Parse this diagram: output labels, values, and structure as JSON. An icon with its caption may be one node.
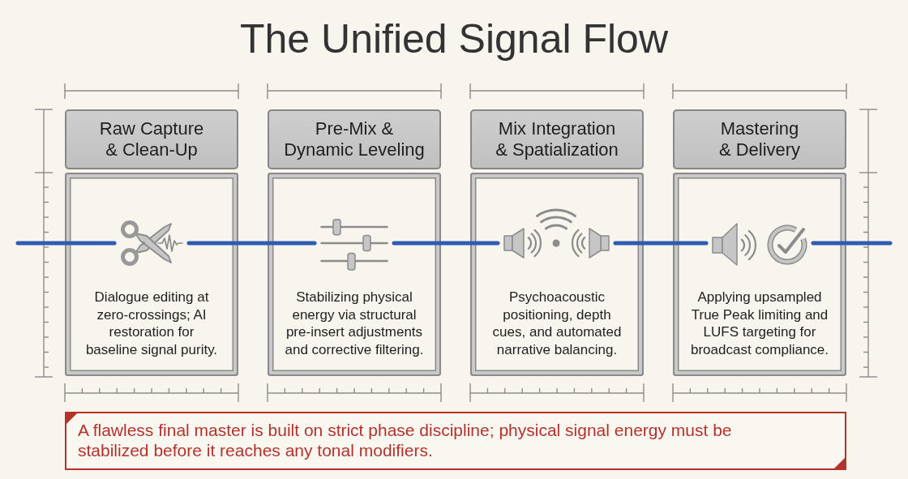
{
  "diagram": {
    "title": "The Unified Signal Flow",
    "nodes": [
      {
        "text": [
          "Raw Capture & Clean-Up"
        ]
      },
      {
        "text": [
          "Dialogue editing at zero-crossings; AI restoration for baseline signal purity."
        ]
      },
      {
        "text": [],
        "shape": "picture",
        "in": 1
      },
      {
        "text": [
          "Pre-Mix & Dynamic Leveling"
        ]
      },
      {
        "text": [
          "Stabilizing physical energy via structural pre-insert adjustments and corrective filtering."
        ]
      },
      {
        "text": [],
        "shape": "picture",
        "in": 4
      },
      {
        "text": [
          "Mix Integration & Spatialization"
        ]
      },
      {
        "text": [
          "Psychoacoustic positioning, depth cues, and automated narrative balancing."
        ]
      },
      {
        "text": [],
        "shape": "picture",
        "in": 7
      },
      {
        "text": [
          "Mastering & Delivery"
        ]
      },
      {
        "text": [
          "Applying upsampled True Peak limiting and LUFS targeting for broadcast compliance."
        ]
      },
      {
        "text": [],
        "shape": "picture",
        "in": 10
      },
      {
        "text": [
          "A flawless final master is built on strict phase discipline; physical signal energy must be stabilized before it reaches any tonal modifiers."
        ]
      }
    ],
    "edges": [
      {
        "from": null,
        "to": 2,
        "arrow": "none"
      },
      {
        "from": 2,
        "to": 5,
        "arrow": "none"
      },
      {
        "from": 5,
        "to": 8,
        "arrow": "none"
      },
      {
        "from": 8,
        "to": 11,
        "arrow": "none"
      },
      {
        "from": 11,
        "to": null,
        "arrow": "none"
      }
    ]
  }
}
